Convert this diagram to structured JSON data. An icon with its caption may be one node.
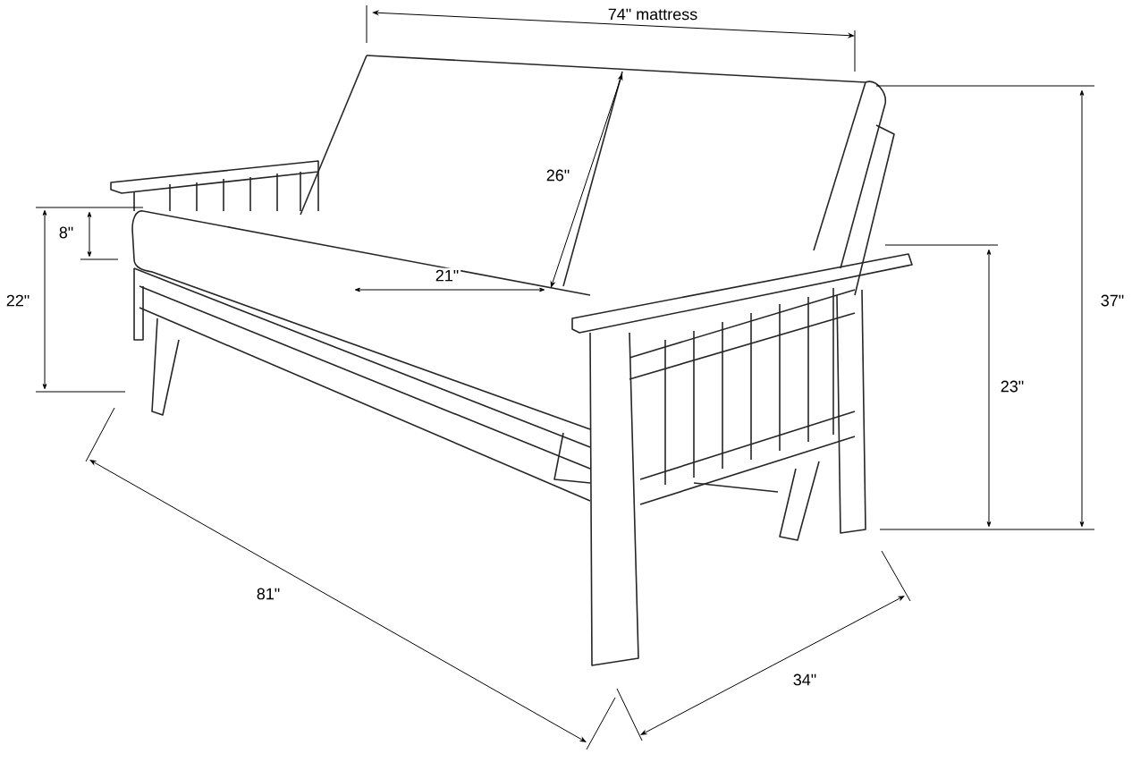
{
  "diagram": {
    "labels": [
      "74\" mattress",
      "26\"",
      "21\"",
      "8\"",
      "22\"",
      "37\"",
      "23\"",
      "81\"",
      "34\""
    ]
  }
}
